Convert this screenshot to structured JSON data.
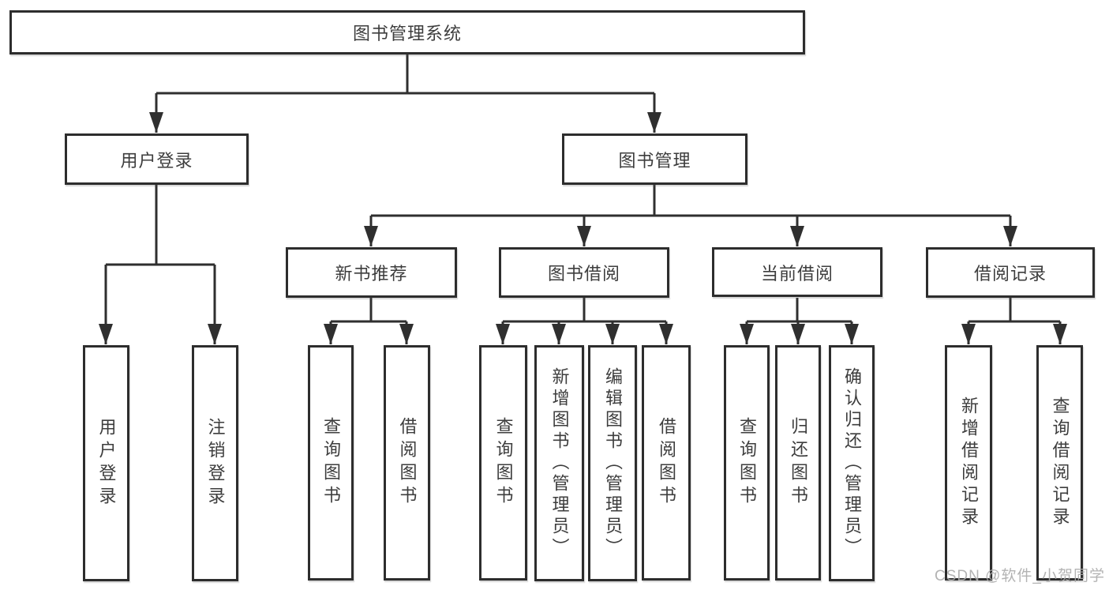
{
  "title": "图书管理系统",
  "watermark": "CSDN @软件_小贺同学",
  "colors": {
    "line": "#2f2f2f",
    "box_border": "#2d2d2d",
    "text": "#3d3d3d",
    "watermark": "#ababab",
    "background": "#ffffff"
  },
  "tree": {
    "label": "图书管理系统",
    "children": [
      {
        "label": "用户登录",
        "children": [
          {
            "label": "用户登录"
          },
          {
            "label": "注销登录"
          }
        ]
      },
      {
        "label": "图书管理",
        "children": [
          {
            "label": "新书推荐",
            "children": [
              {
                "label": "查询图书"
              },
              {
                "label": "借阅图书"
              }
            ]
          },
          {
            "label": "图书借阅",
            "children": [
              {
                "label": "查询图书"
              },
              {
                "label": "新增图书（管理员）"
              },
              {
                "label": "编辑图书（管理员）"
              },
              {
                "label": "借阅图书"
              }
            ]
          },
          {
            "label": "当前借阅",
            "children": [
              {
                "label": "查询图书"
              },
              {
                "label": "归还图书"
              },
              {
                "label": "确认归还（管理员）"
              }
            ]
          },
          {
            "label": "借阅记录",
            "children": [
              {
                "label": "新增借阅记录"
              },
              {
                "label": "查询借阅记录"
              }
            ]
          }
        ]
      }
    ]
  }
}
